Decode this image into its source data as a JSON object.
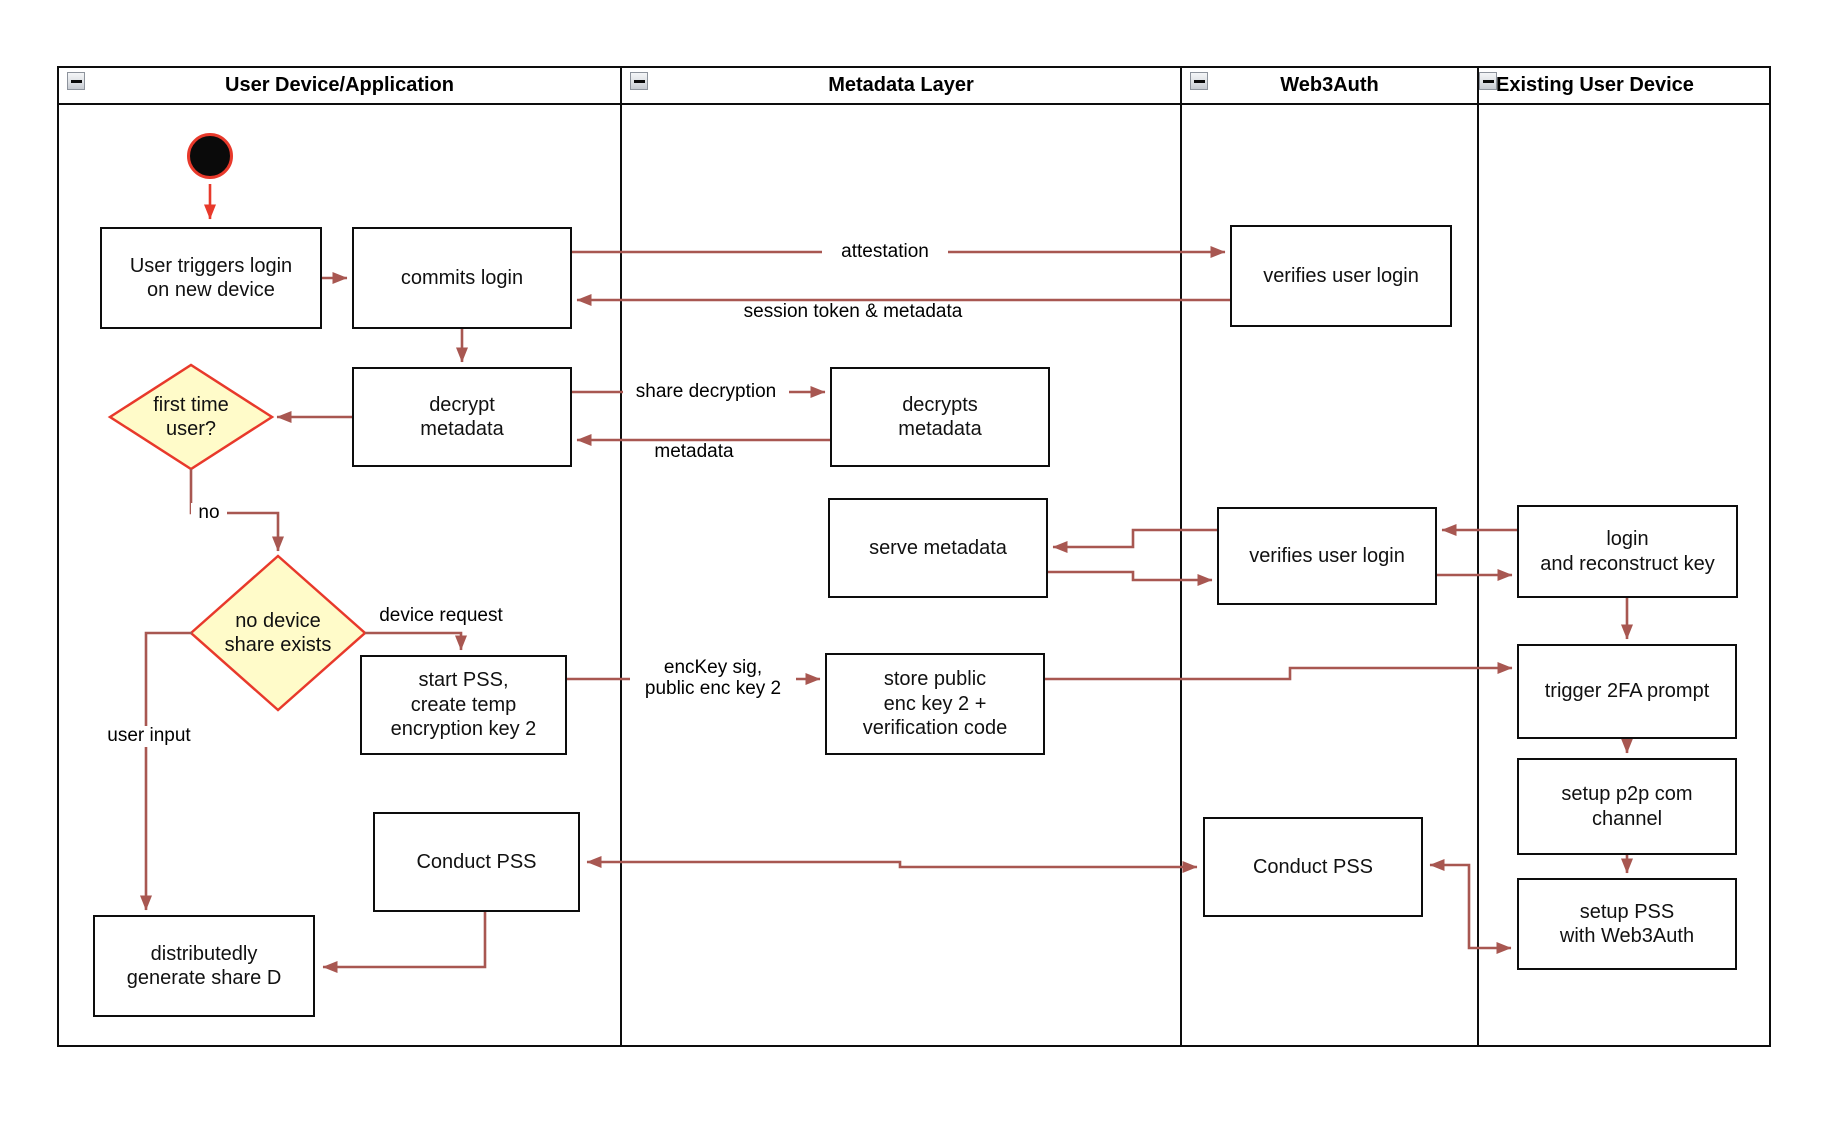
{
  "lanes": [
    {
      "label": "User Device/Application"
    },
    {
      "label": "Metadata Layer"
    },
    {
      "label": "Web3Auth"
    },
    {
      "label": "Existing User Device"
    }
  ],
  "nodes": {
    "user_triggers": {
      "label": "User triggers login\non new device"
    },
    "commits_login": {
      "label": "commits login"
    },
    "decrypt_metadata": {
      "label": "decrypt\nmetadata"
    },
    "first_time_user": {
      "label": "first time\nuser?"
    },
    "no_device_share": {
      "label": "no device\nshare exists"
    },
    "start_pss": {
      "label": "start PSS,\ncreate temp\nencryption key 2"
    },
    "conduct_pss_left": {
      "label": "Conduct PSS"
    },
    "distributedly_generate": {
      "label": "distributedly\ngenerate share D"
    },
    "decrypts_metadata": {
      "label": "decrypts\nmetadata"
    },
    "serve_metadata": {
      "label": "serve metadata"
    },
    "store_public": {
      "label": "store public\nenc key 2 +\nverification code"
    },
    "verifies_user_login_top": {
      "label": "verifies user login"
    },
    "verifies_user_login_mid": {
      "label": "verifies user login"
    },
    "conduct_pss_right": {
      "label": "Conduct PSS"
    },
    "login_reconstruct": {
      "label": "login\nand reconstruct key"
    },
    "trigger_2fa": {
      "label": "trigger 2FA prompt"
    },
    "setup_p2p": {
      "label": "setup p2p com\nchannel"
    },
    "setup_pss": {
      "label": "setup PSS\nwith Web3Auth"
    }
  },
  "edge_labels": {
    "attestation": "attestation",
    "session_token": "session token & metadata",
    "share_decryption": "share decryption",
    "metadata": "metadata",
    "no": "no",
    "device_request": "device request",
    "user_input": "user input",
    "enckey": "encKey sig,\npublic enc key 2"
  },
  "colors": {
    "arrow": "#A85751",
    "accent": "#E8392B",
    "diamond_fill": "#FFFBC9",
    "border": "#0d0d0d"
  }
}
